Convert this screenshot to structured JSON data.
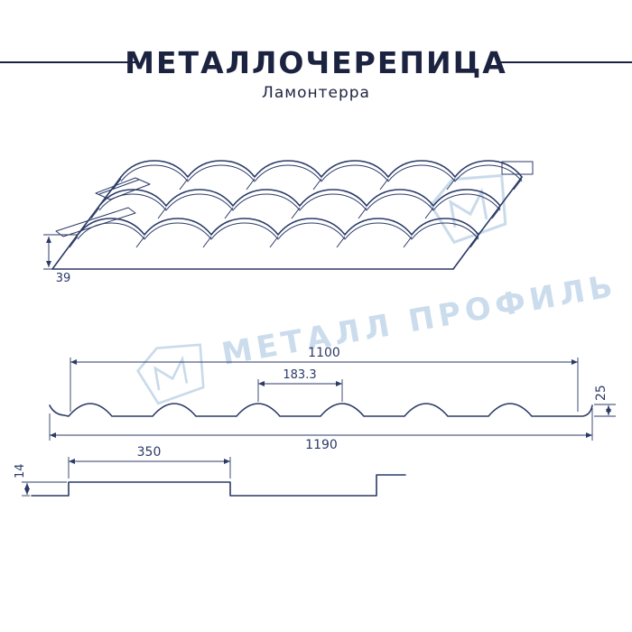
{
  "header": {
    "title": "МЕТАЛЛОЧЕРЕПИЦА",
    "subtitle": "Ламонтерра"
  },
  "watermark": {
    "brand": "МЕТАЛЛ ПРОФИЛЬ"
  },
  "diagram": {
    "tile_view": {
      "step_height_label": "39"
    },
    "cross_section": {
      "cover_width": "1100",
      "wave_pitch": "183.3",
      "profile_height": "25",
      "overall_width": "1190"
    },
    "step_profile": {
      "module_length": "350",
      "step_height": "14"
    }
  },
  "colors": {
    "line": "#2b3a67",
    "watermark": "#c3d6e8",
    "background": "#ffffff"
  }
}
